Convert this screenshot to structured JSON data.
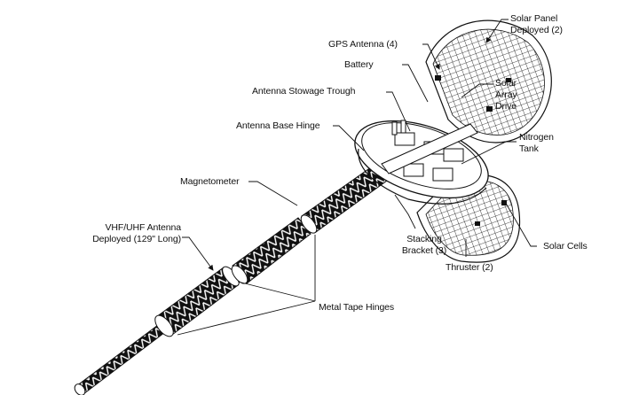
{
  "diagram": {
    "title": "Satellite with deployed VHF/UHF antenna and solar panels",
    "colors": {
      "ink": "#111111",
      "background": "#ffffff"
    },
    "labels": {
      "solar_panel_deployed": "Solar Panel\nDeployed (2)",
      "gps_antenna": "GPS Antenna (4)",
      "battery": "Battery",
      "solar_array_drive": "Solar\nArray\nDrive",
      "antenna_stowage_trough": "Antenna Stowage Trough",
      "antenna_base_hinge": "Antenna Base Hinge",
      "nitrogen_tank": "Nitrogen\nTank",
      "magnetometer": "Magnetometer",
      "vhf_uhf_antenna": "VHF/UHF Antenna\nDeployed (129\" Long)",
      "stacking_bracket": "Stacking\nBracket (3)",
      "thruster": "Thruster (2)",
      "solar_cells": "Solar Cells",
      "metal_tape_hinges": "Metal Tape Hinges"
    }
  }
}
